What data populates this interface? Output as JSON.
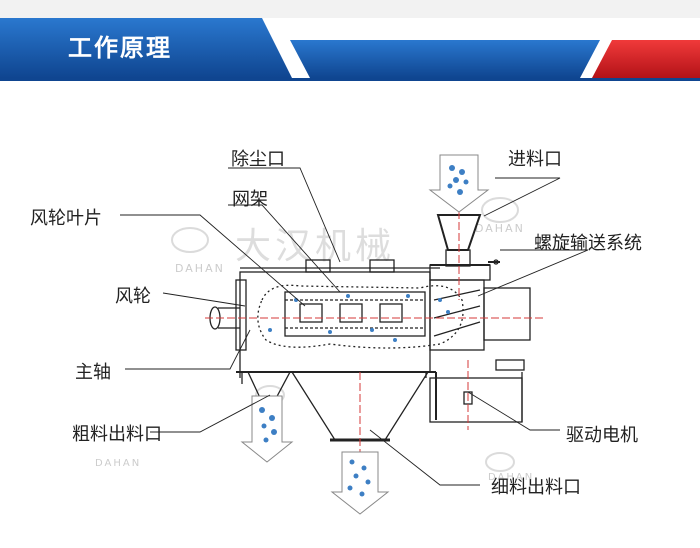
{
  "header": {
    "title": "工作原理"
  },
  "labels": {
    "dust_outlet": "除尘口",
    "feed_inlet": "进料口",
    "fan_blade": "风轮叶片",
    "screen_frame": "网架",
    "screw_conveyor": "螺旋输送系统",
    "fan_wheel": "风轮",
    "main_shaft": "主轴",
    "coarse_outlet": "粗料出料口",
    "drive_motor": "驱动电机",
    "fine_outlet": "细料出料口"
  },
  "watermark": {
    "brand_cn": "大汉机械",
    "brand_en": "DAHAN"
  },
  "colors": {
    "banner_blue": "#1f5fb0",
    "banner_red": "#e0202a",
    "particle": "#3d7fc4"
  }
}
